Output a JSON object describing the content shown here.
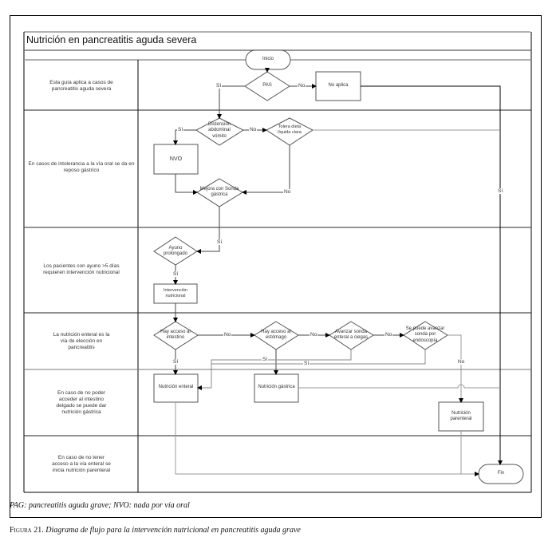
{
  "title": "Nutrición en pancreatitis aguda severa",
  "lanes": [
    {
      "label": "Esta guía aplica a casos de pancreatitis aguda severa"
    },
    {
      "label": "En casos de intolerancia a la vía oral se da en reposo gástrico"
    },
    {
      "label": "Los pacientes con ayuno >5 días requieren intervención nutricional"
    },
    {
      "label": "La nutrición enteral es la vía de elección en pancreatitis"
    },
    {
      "label": "En caso de no poder acceder al intestino delgado se puede dar nutrición gástrica"
    },
    {
      "label": "En caso de no tener acceso a la vía enteral se inicia nutrición parenteral"
    }
  ],
  "nodes": {
    "inicio": "Inicio",
    "pas": "PAS",
    "no_aplica": "No aplica",
    "distension": "Distensión abdominal vómito",
    "tolera_dieta": "Tolera dieta líquida clara",
    "nvo": "NVO",
    "mejora_sonda": "Mejora con Sonda gástrica",
    "ayuno": "Ayuno prolongado",
    "intervencion": "Intervención nutricional",
    "acceso_intestino": "Hay acceso al intestino",
    "acceso_estomago": "Hay acceso al estómago",
    "avanzar_ciegas": "Avanzar sonda enteral a ciegas",
    "avanzar_endoscopia": "Se puede avanzar sonda por endoscopía",
    "nutricion_enteral": "Nutrición enteral",
    "nutricion_gastrica": "Nutrición gástrica",
    "nutricion_parenteral": "Nutrición parenteral",
    "fin": "Fin"
  },
  "edge_labels": {
    "si": "Sí",
    "no": "No"
  },
  "footnote": "PAG: pancreatitis aguda grave; NVO: nada por vía oral",
  "caption": {
    "prefix": "Figura 21.",
    "text": "Diagrama de flujo para la intervención nutricional en pancreatitis aguda grave"
  }
}
